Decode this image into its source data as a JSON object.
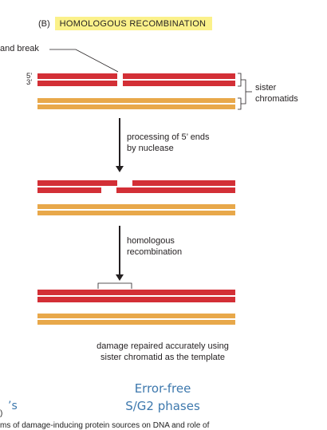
{
  "panel": {
    "letter": "(B)",
    "title": "HOMOLOGOUS RECOMBINATION"
  },
  "labels": {
    "break_label": "and break",
    "strand_5": "5’",
    "strand_3": "3’",
    "sister_line1": "sister",
    "sister_line2": "chromatids"
  },
  "steps": {
    "step1_line1": "processing of 5’ ends",
    "step1_line2": "by nuclease",
    "step2_line1": "homologous",
    "step2_line2": "recombination"
  },
  "result": {
    "line1": "damage repaired accurately using",
    "line2": "sister chromatid as the template"
  },
  "footer": {
    "line1": "Error-free",
    "line2": "S/G2 phases"
  },
  "cropped": {
    "left_fragment": "’s",
    "left_small": ")",
    "bottom_fragment": "ms of damage-inducing protein sources on DNA and role of"
  },
  "colors": {
    "red_strand": "#d32f36",
    "orange_strand": "#e8a84a",
    "highlight": "#fbf18a",
    "footer_text": "#3d78ad"
  }
}
